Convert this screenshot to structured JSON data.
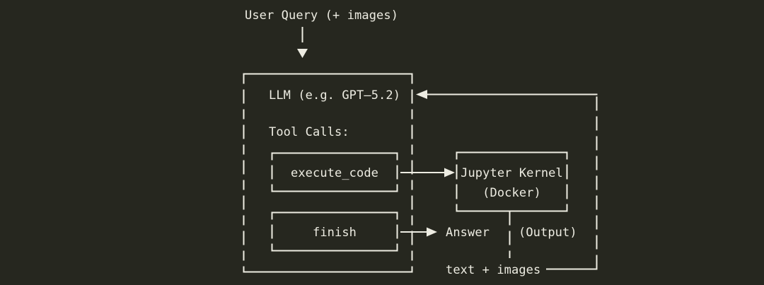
{
  "colors": {
    "background": "#26271f",
    "foreground": "#edece2"
  },
  "diagram": {
    "user_query_label": "User Query (+ images)",
    "llm_box": {
      "title": "LLM (e.g. GPT–5.2)",
      "tool_calls_label": "Tool Calls:",
      "tools": [
        {
          "label": "execute_code"
        },
        {
          "label": "finish"
        }
      ]
    },
    "kernel_box": {
      "name": "Jupyter Kernel",
      "runtime": "(Docker)"
    },
    "answer_label": "Answer",
    "output_label": "(Output)",
    "feedback_label": "text + images",
    "icons": {
      "arrow_down": "▼",
      "arrow_left": "◄",
      "arrow_right": "►"
    }
  }
}
